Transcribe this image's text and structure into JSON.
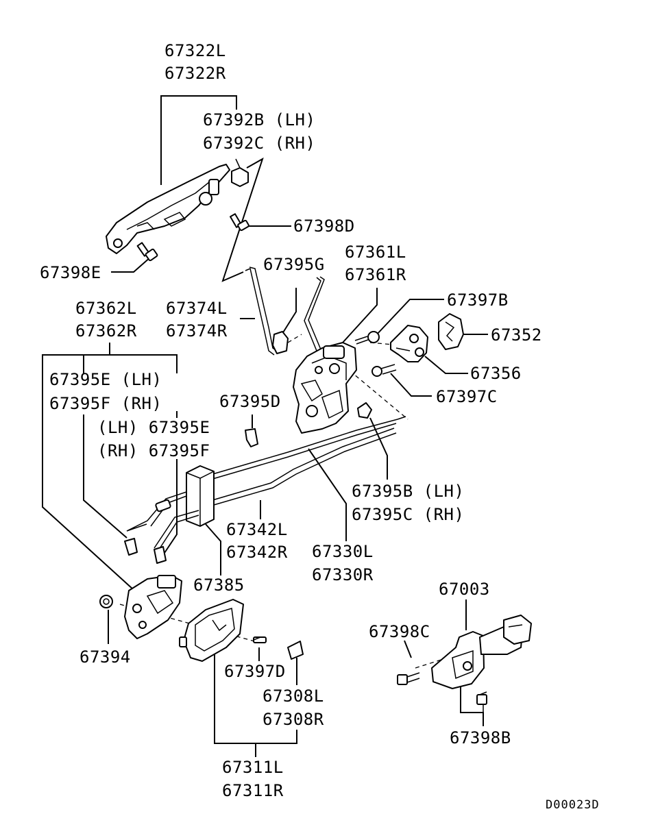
{
  "labels": {
    "l67322": "67322L",
    "r67322": "67322R",
    "b67392": "67392B (LH)",
    "c67392": "67392C (RH)",
    "d67398": "67398D",
    "e67398": "67398E",
    "g67395": "67395G",
    "l67361": "67361L",
    "r67361": "67361R",
    "b67397": "67397B",
    "l67352": "67352",
    "l67356": "67356",
    "c67397": "67397C",
    "l67362": "67362L",
    "r67362": "67362R",
    "l67374": "67374L",
    "r67374": "67374R",
    "e67395lh": "67395E (LH)",
    "f67395rh": "67395F (RH)",
    "lh67395e": "(LH) 67395E",
    "rh67395f": "(RH) 67395F",
    "d67395": "67395D",
    "b67395": "67395B (LH)",
    "c67395": "67395C (RH)",
    "l67342": "67342L",
    "r67342": "67342R",
    "l67330": "67330L",
    "r67330": "67330R",
    "l67385": "67385",
    "l67394": "67394",
    "d67397": "67397D",
    "l67308": "67308L",
    "r67308": "67308R",
    "l67311": "67311L",
    "r67311": "67311R",
    "l67003": "67003",
    "c67398": "67398C",
    "b67398": "67398B"
  },
  "drawing_code": "D00023D"
}
